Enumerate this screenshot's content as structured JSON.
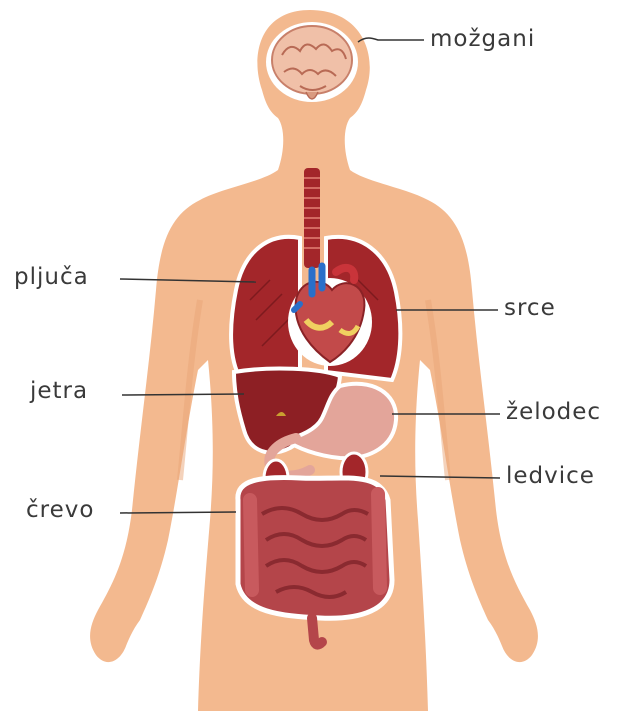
{
  "labels": {
    "brain": "možgani",
    "lungs": "pljuča",
    "heart": "srce",
    "liver": "jetra",
    "stomach": "želodec",
    "kidneys": "ledvice",
    "intestine": "črevo"
  },
  "colors": {
    "skin": "#f3b98f",
    "skin_shade": "#e9a678",
    "organ_red": "#a3262a",
    "organ_dark": "#7d1a1e",
    "intestine": "#b4454a",
    "stomach": "#e3a59a",
    "brain": "#f0c0a8",
    "heart_blue": "#2a6fc9",
    "heart_yellow": "#f0d060",
    "line": "#333333"
  }
}
